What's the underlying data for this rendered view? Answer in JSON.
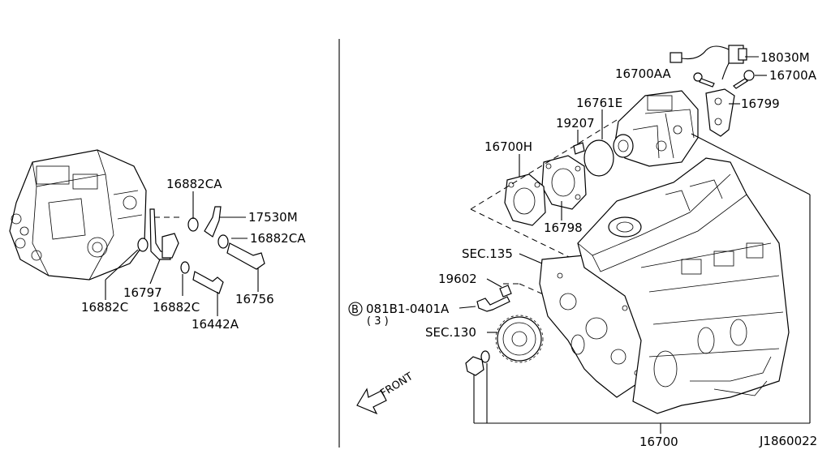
{
  "diagram": {
    "labels": {
      "p16882CA_top": "16882CA",
      "p17530M": "17530M",
      "p16882CA_right": "16882CA",
      "p16756": "16756",
      "p16797": "16797",
      "p16882C_left": "16882C",
      "p16882C_mid": "16882C",
      "p16442A": "16442A",
      "p18030M": "18030M",
      "p16700AA": "16700AA",
      "p16700A": "16700A",
      "p16761E": "16761E",
      "p16799": "16799",
      "p19207": "19207",
      "p16700H": "16700H",
      "p16798": "16798",
      "sec135": "SEC.135",
      "p19602": "19602",
      "bolt_b": "B",
      "bolt_part": "081B1-0401A",
      "bolt_qty": "( 3 )",
      "sec130": "SEC.130",
      "front": "FRONT",
      "p16700": "16700",
      "diagram_id": "J1860022"
    }
  }
}
